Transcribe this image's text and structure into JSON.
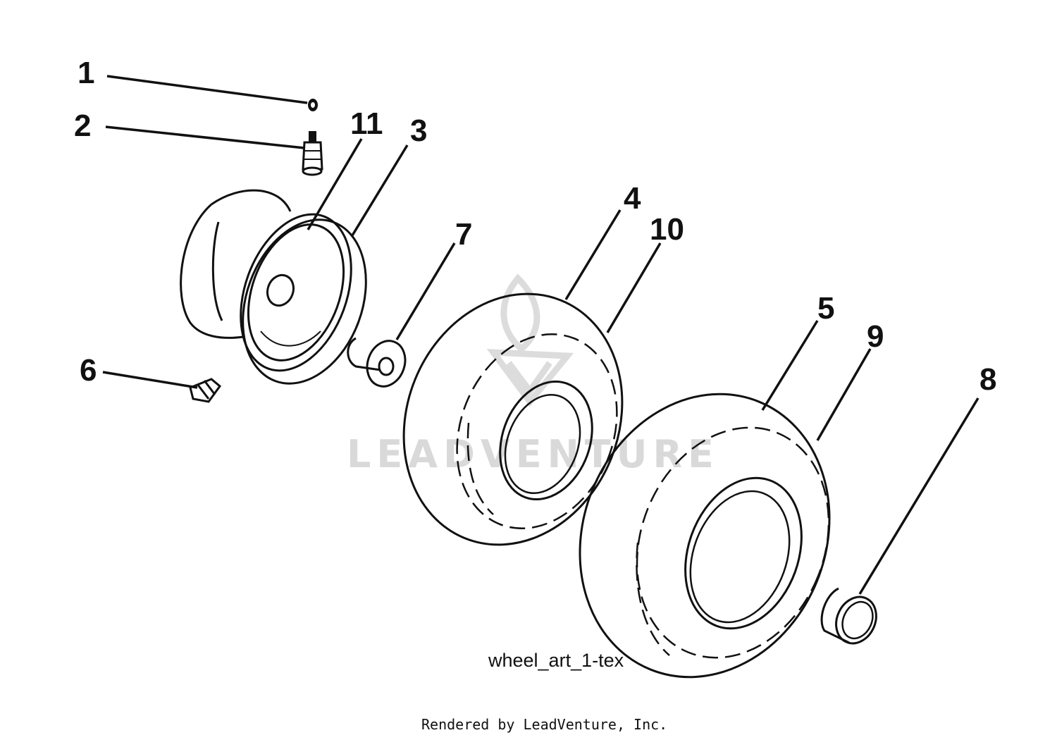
{
  "callouts": {
    "c1": "1",
    "c2": "2",
    "c3": "3",
    "c4": "4",
    "c5": "5",
    "c6": "6",
    "c7": "7",
    "c8": "8",
    "c9": "9",
    "c10": "10",
    "c11": "11"
  },
  "caption": "wheel_art_1-tex",
  "footer": "Rendered by LeadVenture, Inc.",
  "watermark": "LEADVENTURE",
  "colors": {
    "line": "#111111",
    "watermark": "#d9d9d9",
    "background": "#ffffff"
  }
}
